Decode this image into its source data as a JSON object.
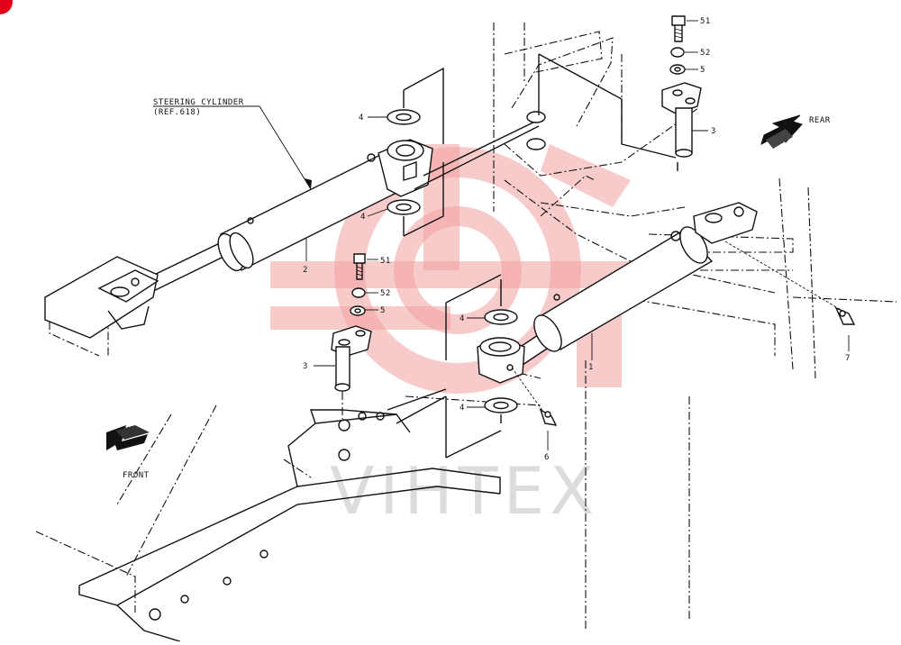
{
  "labels": {
    "steering_cylinder": "STEERING CYLINDER",
    "steering_ref": "(REF.618)",
    "front": "FRONT",
    "rear": "REAR",
    "watermark": "VIHTEX"
  },
  "callouts": {
    "p1": "1",
    "p2": "2",
    "p3_left": "3",
    "p3_right": "3",
    "p4_a": "4",
    "p4_b": "4",
    "p4_c": "4",
    "p4_d": "4",
    "p5_left": "5",
    "p5_right": "5",
    "p6": "6",
    "p7": "7",
    "p51_left": "51",
    "p51_right": "51",
    "p52_left": "52",
    "p52_right": "52"
  },
  "colors": {
    "ink": "#111111",
    "watermark": "#f2a0a0",
    "corner_badge": "#e3001b"
  }
}
